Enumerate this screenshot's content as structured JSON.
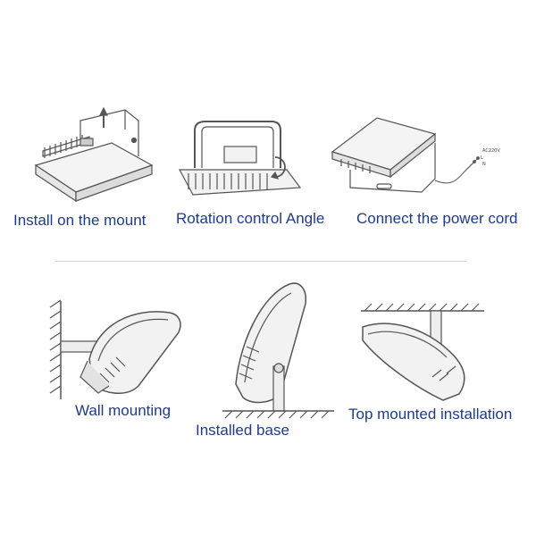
{
  "steps": [
    {
      "caption": "Install on the mount",
      "icon": "install-on-mount-illustration"
    },
    {
      "caption": "Rotation control Angle",
      "icon": "rotation-angle-illustration"
    },
    {
      "caption": "Connect the power cord",
      "icon": "power-cord-illustration"
    }
  ],
  "mounting": [
    {
      "caption": "Wall mounting",
      "icon": "wall-mount-illustration"
    },
    {
      "caption": "Installed base",
      "icon": "base-mount-illustration"
    },
    {
      "caption": "Top mounted installation",
      "icon": "ceiling-mount-illustration"
    }
  ],
  "wire_labels": {
    "voltage": "AC220V",
    "live": "L",
    "neutral": "N"
  },
  "colors": {
    "caption": "#1f3b8a",
    "line": "#555555",
    "divider": "#d4d4d4"
  }
}
